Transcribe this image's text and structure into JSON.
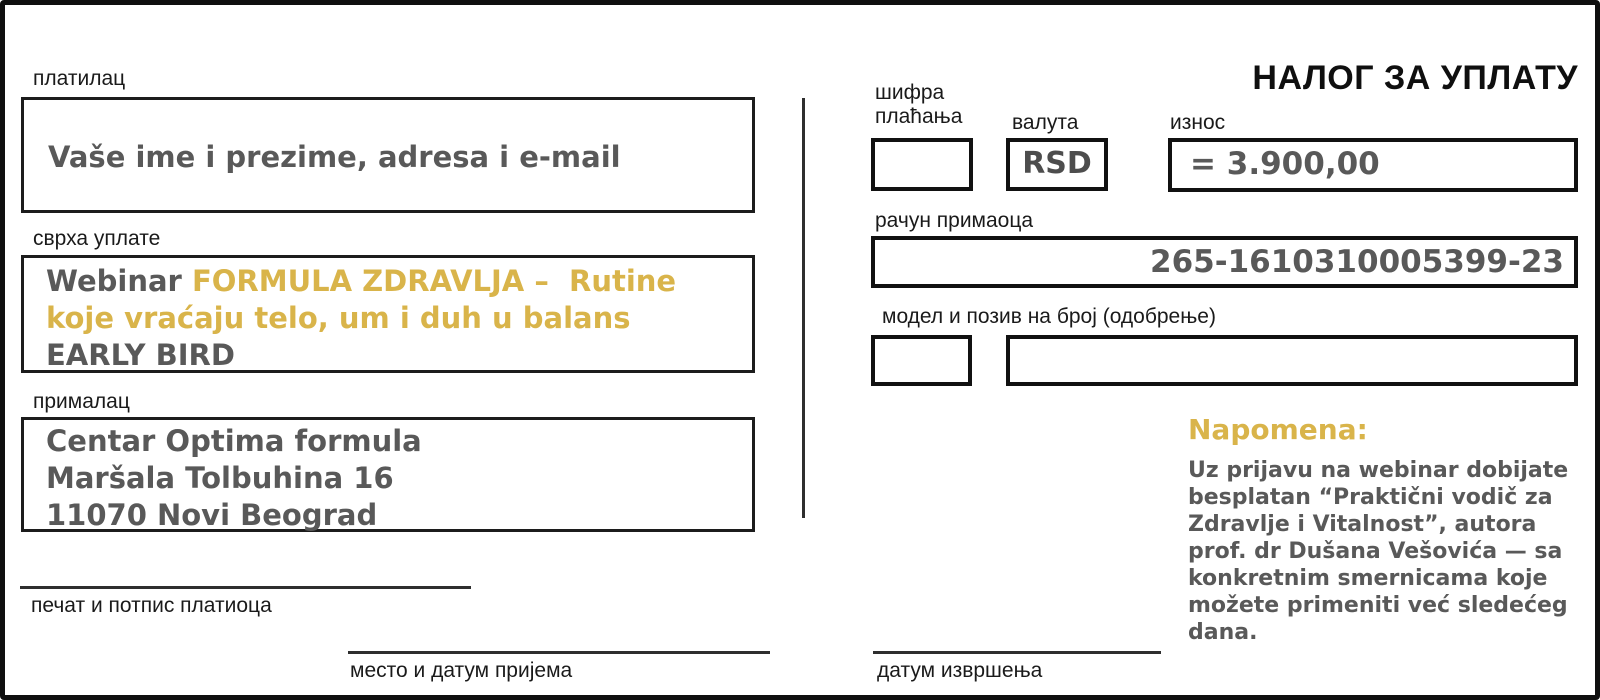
{
  "form": {
    "title": "НАЛОГ ЗА УПЛАТУ",
    "colors": {
      "gold_accent": "#d9b44a",
      "content_gray": "#595959",
      "label_black": "#1a1a1a"
    },
    "payer": {
      "label": "платилац",
      "value": "Vaše ime i prezime, adresa i e-mail"
    },
    "purpose": {
      "label": "сврха уплате",
      "prefix_dark": "Webinar ",
      "highlight_line1": "FORMULA ZDRAVLJA –  Rutine",
      "highlight_line2": "koje vraćaju telo, um i duh u balans",
      "suffix_dark": "EARLY BIRD"
    },
    "recipient": {
      "label": "прималац",
      "lines": [
        "Centar Optima formula",
        "Maršala Tolbuhina 16",
        "11070 Novi Beograd"
      ]
    },
    "payment_code": {
      "label": "шифра\nплаћања",
      "value": ""
    },
    "currency": {
      "label": "валута",
      "value": "RSD"
    },
    "amount": {
      "label": "износ",
      "value": "= 3.900,00"
    },
    "recipient_account": {
      "label": "рачун примаоца",
      "value": "265-1610310005399-23"
    },
    "model_reference": {
      "label": "модел и позив на број (одобрење)",
      "model_value": "",
      "reference_value": ""
    },
    "signature": {
      "label": "печат и потпис платиоца"
    },
    "place_date": {
      "label": "место и датум пријема"
    },
    "execution_date": {
      "label": "датум извршења"
    },
    "note": {
      "title": "Napomena:",
      "text": "Uz prijavu na webinar dobijate\nbesplatan “Praktični vodič za\nZdravlje i Vitalnost”, autora\nprof. dr Dušana Vešovića — sa\nkonkretnim smernicama koje\nmožete primeniti već sledećeg\ndana."
    }
  }
}
